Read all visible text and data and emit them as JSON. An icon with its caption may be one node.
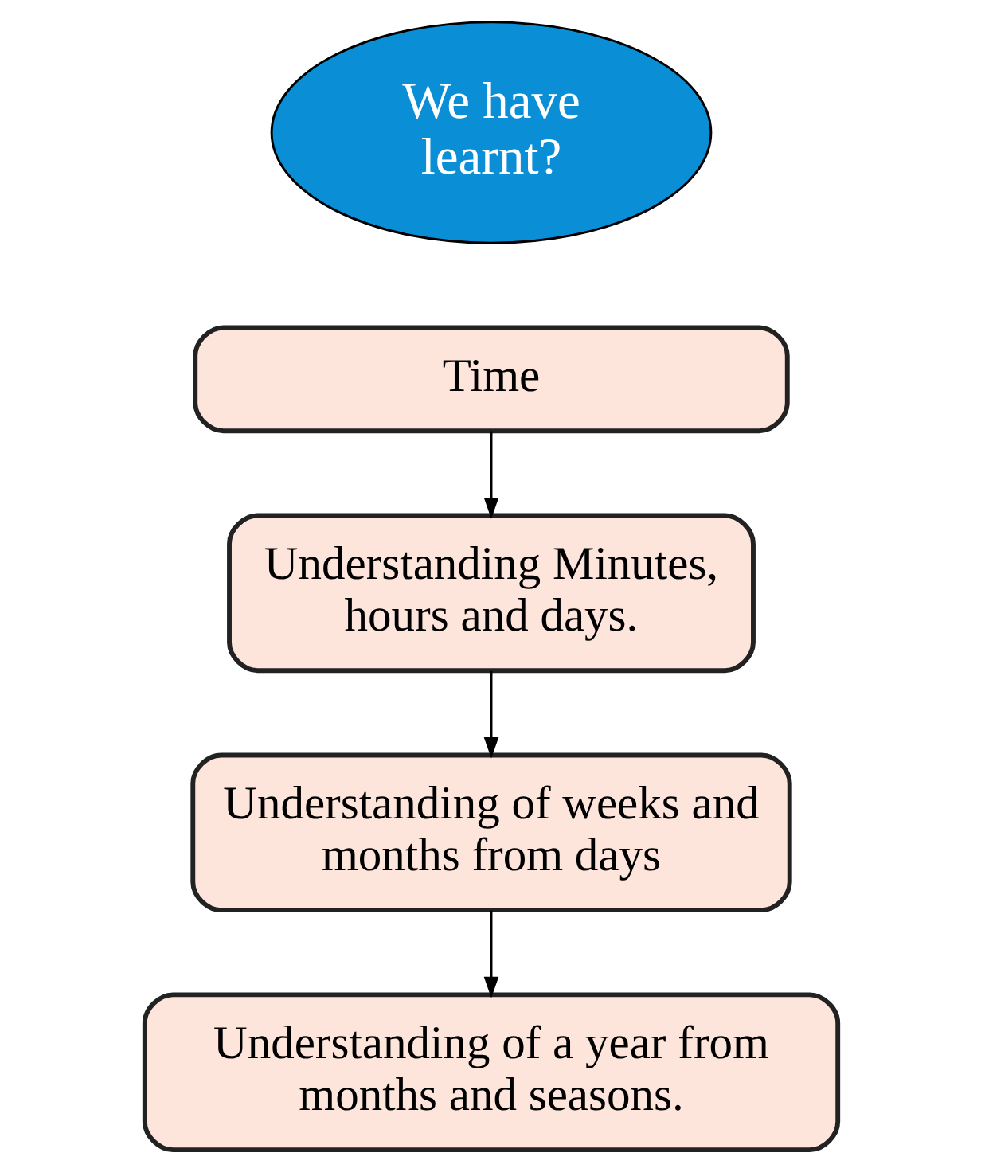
{
  "diagram": {
    "nodes": [
      {
        "text": [
          "We have learnt?"
        ]
      },
      {
        "text": [
          "Time"
        ]
      },
      {
        "text": [
          "Understanding Minutes, hours and days."
        ]
      },
      {
        "text": [
          "Understanding of weeks and months from days"
        ]
      },
      {
        "text": [
          "Understanding of a year from months and seasons."
        ]
      }
    ],
    "edges": [
      {
        "from": 1,
        "to": 2,
        "arrow": "to"
      },
      {
        "from": 2,
        "to": 3,
        "arrow": "to"
      },
      {
        "from": 3,
        "to": 4,
        "arrow": "to"
      }
    ]
  }
}
